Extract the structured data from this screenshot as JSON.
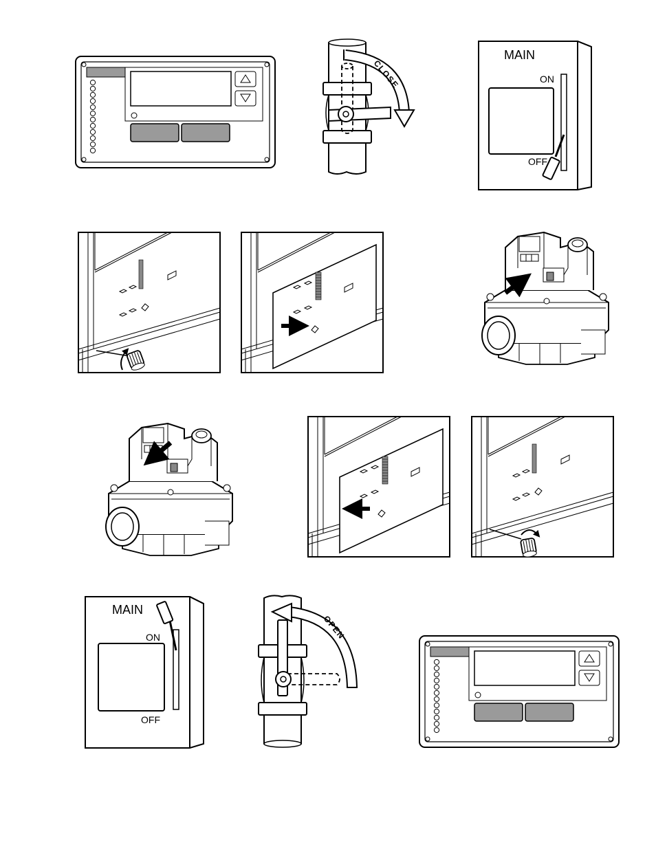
{
  "switches": {
    "top": {
      "title": "MAIN",
      "on": "ON",
      "off": "OFF",
      "lever": "off"
    },
    "bottom": {
      "title": "MAIN",
      "on": "ON",
      "off": "OFF",
      "lever": "on"
    }
  },
  "valves": {
    "close": {
      "label": "CLOSE"
    },
    "open": {
      "label": "OPEN"
    }
  },
  "arrow_color": "#000000"
}
